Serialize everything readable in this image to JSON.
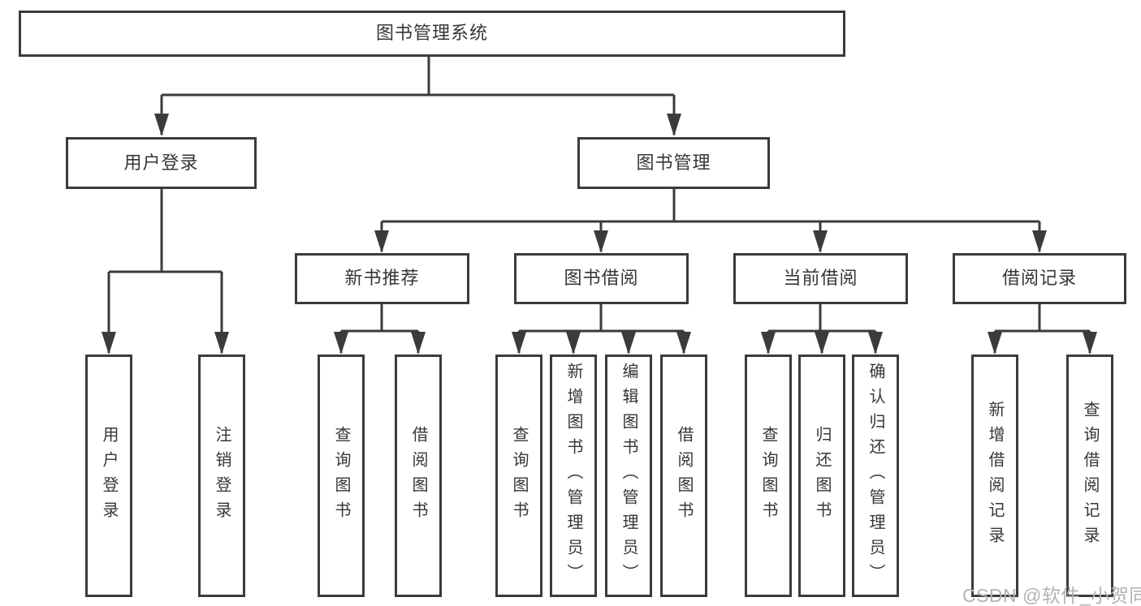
{
  "diagram": {
    "root": {
      "label": "图书管理系统"
    },
    "branches": [
      {
        "label": "用户登录",
        "children": [
          {
            "label": "用户登录"
          },
          {
            "label": "注销登录"
          }
        ]
      },
      {
        "label": "图书管理",
        "children": [
          {
            "label": "新书推荐",
            "children": [
              {
                "label": "查询图书"
              },
              {
                "label": "借阅图书"
              }
            ]
          },
          {
            "label": "图书借阅",
            "children": [
              {
                "label": "查询图书"
              },
              {
                "label": "新增图书（管理员）"
              },
              {
                "label": "编辑图书（管理员）"
              },
              {
                "label": "借阅图书"
              }
            ]
          },
          {
            "label": "当前借阅",
            "children": [
              {
                "label": "查询图书"
              },
              {
                "label": "归还图书"
              },
              {
                "label": "确认归还（管理员）"
              }
            ]
          },
          {
            "label": "借阅记录",
            "children": [
              {
                "label": "新增借阅记录"
              },
              {
                "label": "查询借阅记录"
              }
            ]
          }
        ]
      }
    ]
  },
  "watermark": {
    "text": "CSDN @软件_小贺同学"
  },
  "colors": {
    "line": "#3b3b3b",
    "text": "#363636",
    "box_fill": "#ffffff",
    "background": "#ffffff",
    "watermark": "#b2b2b2"
  }
}
